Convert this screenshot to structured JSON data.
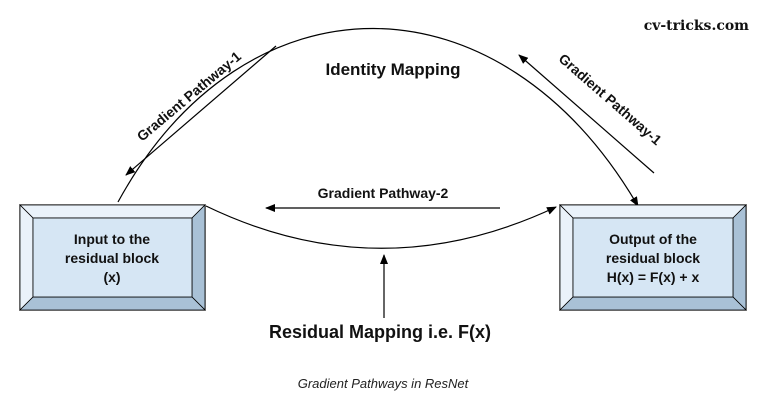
{
  "watermark": "cv-tricks.com",
  "diagram": {
    "input_block": {
      "lines": [
        "Input to the",
        "residual block",
        "(x)"
      ]
    },
    "output_block": {
      "lines": [
        "Output of the",
        "residual block",
        "H(x) = F(x) + x"
      ]
    },
    "identity_mapping_label": "Identity Mapping",
    "residual_mapping_label": "Residual Mapping i.e. F(x)",
    "gradient_pathway_1_left": "Gradient Pathway-1",
    "gradient_pathway_1_right": "Gradient Pathway-1",
    "gradient_pathway_2": "Gradient Pathway-2"
  },
  "caption": "Gradient Pathways in ResNet",
  "colors": {
    "box_face": "#d6e6f4",
    "box_bevel_light": "#eaf2fa",
    "box_bevel_dark": "#a9c1d6",
    "box_stroke": "#000000",
    "line": "#000000"
  }
}
